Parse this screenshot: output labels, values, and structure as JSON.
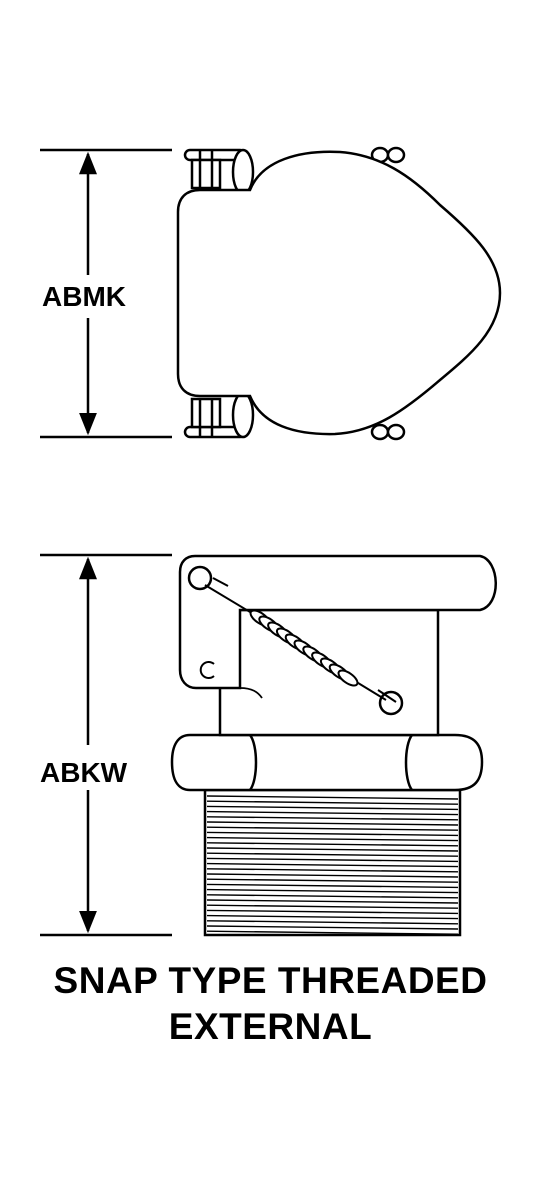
{
  "labels": {
    "top_dimension": "ABMK",
    "bottom_dimension": "ABKW"
  },
  "caption": {
    "line1": "SNAP TYPE THREADED",
    "line2": "EXTERNAL"
  },
  "colors": {
    "ink": "#000000",
    "paper": "#ffffff"
  }
}
